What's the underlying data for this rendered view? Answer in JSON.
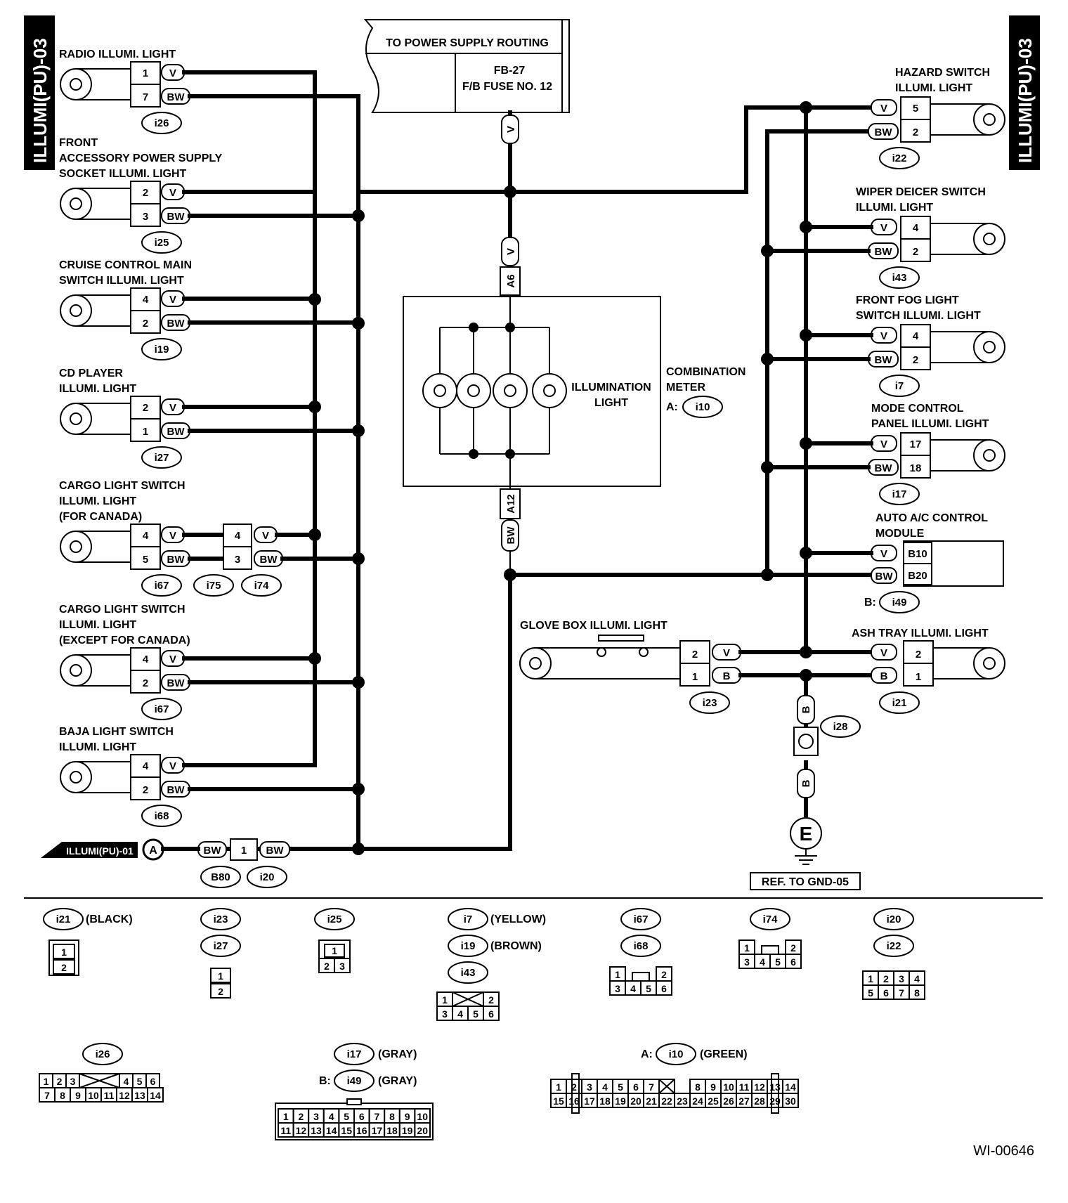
{
  "side_tabs": {
    "left": "ILLUMI(PU)-03",
    "right": "ILLUMI(PU)-03"
  },
  "power_box": {
    "title": "TO POWER SUPPLY ROUTING",
    "fuse_line1": "FB-27",
    "fuse_line2": "F/B FUSE NO. 12"
  },
  "wire_colors": {
    "v": "V",
    "bw": "BW",
    "b": "B"
  },
  "meter": {
    "pin_top": "A6",
    "pin_bottom": "A12",
    "lamp_label_1": "ILLUMINATION",
    "lamp_label_2": "LIGHT",
    "name_1": "COMBINATION",
    "name_2": "METER",
    "connector_prefix": "A:",
    "connector": "i10"
  },
  "left_components": [
    {
      "line1": "RADIO ILLUMI. LIGHT",
      "line2": "",
      "line3": "",
      "pin_v": "1",
      "pin_bw": "7",
      "connector": "i26"
    },
    {
      "line1": "FRONT",
      "line2": "ACCESSORY POWER SUPPLY",
      "line3": "SOCKET ILLUMI. LIGHT",
      "pin_v": "2",
      "pin_bw": "3",
      "connector": "i25"
    },
    {
      "line1": "CRUISE CONTROL MAIN",
      "line2": "SWITCH ILLUMI. LIGHT",
      "line3": "",
      "pin_v": "4",
      "pin_bw": "2",
      "connector": "i19"
    },
    {
      "line1": "CD PLAYER",
      "line2": "ILLUMI. LIGHT",
      "line3": "",
      "pin_v": "2",
      "pin_bw": "1",
      "connector": "i27"
    },
    {
      "line1": "CARGO LIGHT SWITCH",
      "line2": "ILLUMI. LIGHT",
      "line3": "(FOR CANADA)",
      "pin_v": "4",
      "pin_bw": "5",
      "connector": "i67",
      "inline_pin_v": "4",
      "inline_pin_bw": "3",
      "inline_conn_a": "i75",
      "inline_conn_b": "i74"
    },
    {
      "line1": "CARGO LIGHT SWITCH",
      "line2": "ILLUMI. LIGHT",
      "line3": "(EXCEPT FOR CANADA)",
      "pin_v": "4",
      "pin_bw": "2",
      "connector": "i67"
    },
    {
      "line1": "BAJA LIGHT SWITCH",
      "line2": "ILLUMI. LIGHT",
      "line3": "",
      "pin_v": "4",
      "pin_bw": "2",
      "connector": "i68"
    }
  ],
  "right_components": [
    {
      "line1": "HAZARD SWITCH",
      "line2": "ILLUMI. LIGHT",
      "pin_v": "5",
      "pin_bw": "2",
      "connector": "i22"
    },
    {
      "line1": "WIPER DEICER SWITCH",
      "line2": "ILLUMI. LIGHT",
      "pin_v": "4",
      "pin_bw": "2",
      "connector": "i43"
    },
    {
      "line1": "FRONT FOG LIGHT",
      "line2": "SWITCH ILLUMI. LIGHT",
      "pin_v": "4",
      "pin_bw": "2",
      "connector": "i7"
    },
    {
      "line1": "MODE CONTROL",
      "line2": "PANEL ILLUMI. LIGHT",
      "pin_v": "17",
      "pin_bw": "18",
      "connector": "i17"
    }
  ],
  "auto_ac": {
    "line1": "AUTO A/C CONTROL",
    "line2": "MODULE",
    "pin_v": "B10",
    "pin_bw": "B20",
    "prefix": "B:",
    "connector": "i49"
  },
  "glove_box": {
    "label": "GLOVE BOX ILLUMI. LIGHT",
    "pin_v": "2",
    "pin_b": "1",
    "connector": "i23"
  },
  "ash_tray": {
    "label": "ASH TRAY ILLUMI. LIGHT",
    "pin_v": "2",
    "pin_b": "1",
    "connector": "i21"
  },
  "ground": {
    "connector": "i28",
    "symbol": "E",
    "ref": "REF. TO GND-05"
  },
  "bottom_link": {
    "label": "ILLUMI(PU)-01",
    "letter": "A",
    "pin": "1",
    "conn_a": "B80",
    "conn_b": "i20"
  },
  "legend": {
    "items": [
      {
        "ids": [
          "i21"
        ],
        "color": "(BLACK)"
      },
      {
        "ids": [
          "i23",
          "i27"
        ],
        "color": ""
      },
      {
        "ids": [
          "i25"
        ],
        "color": ""
      },
      {
        "ids": [
          "i7",
          "i19",
          "i43"
        ],
        "colors": [
          "(YELLOW)",
          "(BROWN)",
          ""
        ]
      },
      {
        "ids": [
          "i67",
          "i68"
        ],
        "color": ""
      },
      {
        "ids": [
          "i74"
        ],
        "color": ""
      },
      {
        "ids": [
          "i20",
          "i22"
        ],
        "color": ""
      },
      {
        "ids": [
          "i26"
        ],
        "color": ""
      },
      {
        "ids": [
          "i17",
          "i49"
        ],
        "colors": [
          "(GRAY)",
          "(GRAY)"
        ],
        "prefix": "B:"
      },
      {
        "ids": [
          "i10"
        ],
        "color": "(GREEN)",
        "prefix": "A:"
      }
    ],
    "pins_i21": [
      "1",
      "2"
    ],
    "pins_i23": [
      "1",
      "2"
    ],
    "pins_i25": [
      "1",
      "2",
      "3"
    ],
    "pins_i7": [
      "1",
      "2",
      "3",
      "4",
      "5",
      "6"
    ],
    "pins_i67": [
      "1",
      "2",
      "3",
      "4",
      "5",
      "6"
    ],
    "pins_i74": [
      "1",
      "2",
      "3",
      "4",
      "5",
      "6"
    ],
    "pins_i20": [
      "1",
      "2",
      "3",
      "4",
      "5",
      "6",
      "7",
      "8"
    ],
    "pins_i26_top": [
      "1",
      "2",
      "3",
      "4",
      "5",
      "6"
    ],
    "pins_i26_bottom": [
      "7",
      "8",
      "9",
      "10",
      "11",
      "12",
      "13",
      "14"
    ],
    "pins_i17_top": [
      "1",
      "2",
      "3",
      "4",
      "5",
      "6",
      "7",
      "8",
      "9",
      "10"
    ],
    "pins_i17_bottom": [
      "11",
      "12",
      "13",
      "14",
      "15",
      "16",
      "17",
      "18",
      "19",
      "20"
    ],
    "pins_i10_top": [
      "1",
      "2",
      "3",
      "4",
      "5",
      "6",
      "7",
      "8",
      "9",
      "10",
      "11",
      "12",
      "13",
      "14"
    ],
    "pins_i10_bottom": [
      "15",
      "16",
      "17",
      "18",
      "19",
      "20",
      "21",
      "22",
      "23",
      "24",
      "25",
      "26",
      "27",
      "28",
      "29",
      "30"
    ]
  },
  "figure_id": "WI-00646"
}
